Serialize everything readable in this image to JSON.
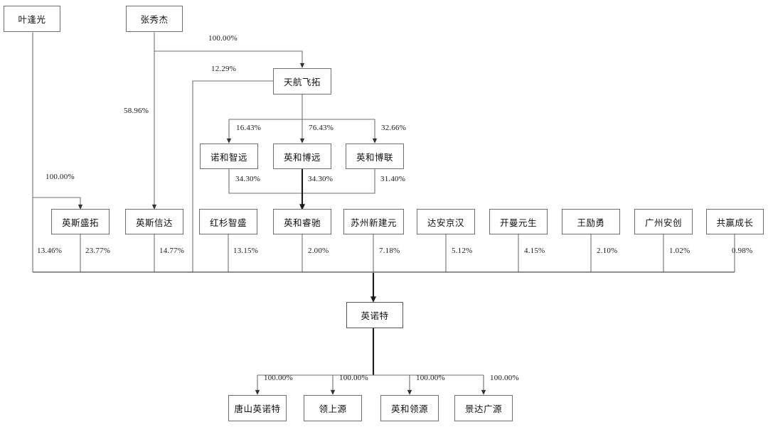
{
  "diagram": {
    "title": "Shareholding / ownership structure chart",
    "line_color": "#6f6f6f",
    "emphasis_color": "#1a1a1a",
    "box_fill": "#ffffff",
    "text_color": "#111111"
  },
  "nodes": {
    "ye_feng_guang": {
      "label": "叶逢光"
    },
    "zhang_xiu_jie": {
      "label": "张秀杰"
    },
    "tianhang_feituo": {
      "label": "天航飞拓"
    },
    "nuohe_zhiyuan": {
      "label": "诺和智远"
    },
    "yinghe_boyuan": {
      "label": "英和博远"
    },
    "yinghe_bolian": {
      "label": "英和博联"
    },
    "yingsi_shengtuo": {
      "label": "英斯盛拓"
    },
    "yingsi_xinda": {
      "label": "英斯信达"
    },
    "hongshan_zhisheng": {
      "label": "红杉智盛"
    },
    "yinghe_ruichi": {
      "label": "英和睿驰"
    },
    "suzhou_xinjianyuan": {
      "label": "苏州新建元"
    },
    "daan_jinghan": {
      "label": "达安京汉"
    },
    "kaiman_yuansheng": {
      "label": "开曼元生"
    },
    "wang_liyong": {
      "label": "王励勇"
    },
    "guangzhou_anchuang": {
      "label": "广州安创"
    },
    "gongying_chengzhang": {
      "label": "共赢成长"
    },
    "yingnuote": {
      "label": "英诺特"
    },
    "tangshan_yingnuote": {
      "label": "唐山英诺特"
    },
    "lingshangyuan": {
      "label": "领上源"
    },
    "yinghe_lingyuan": {
      "label": "英和领源"
    },
    "jingda_guangyuan": {
      "label": "景达广源"
    }
  },
  "edges": {
    "zhang_to_tianhang": "100.00%",
    "tianhang_to_left_bus": "12.29%",
    "zhang_to_yingsi_xinda": "58.96%",
    "ye_to_yingsi_shengtuo": "100.00%",
    "tianhang_to_nuohe": "16.43%",
    "tianhang_to_boyuan": "76.43%",
    "tianhang_to_bolian": "32.66%",
    "nuohe_to_ruichi": "34.30%",
    "boyuan_to_ruichi": "34.30%",
    "bolian_to_ruichi": "31.40%",
    "ye_feng_guang_pct": "13.46%",
    "yingsi_shengtuo_pct": "23.77%",
    "yingsi_xinda_pct": "14.77%",
    "hongshan_zhisheng_pct": "13.15%",
    "yinghe_ruichi_pct": "2.00%",
    "suzhou_xinjianyuan_pct": "7.18%",
    "daan_jinghan_pct": "5.12%",
    "kaiman_yuansheng_pct": "4.15%",
    "wang_liyong_pct": "2.10%",
    "guangzhou_anchuang_pct": "1.02%",
    "gongying_chengzhang_pct": "0.98%",
    "yingnuote_to_tangshan": "100.00%",
    "yingnuote_to_lingshangyuan": "100.00%",
    "yingnuote_to_yinghe_lingyuan": "100.00%",
    "yingnuote_to_jingda": "100.00%"
  }
}
